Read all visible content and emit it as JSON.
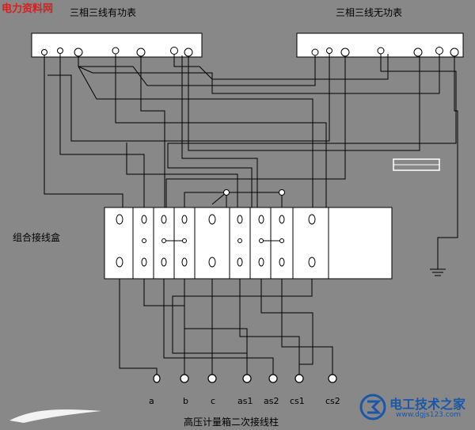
{
  "watermark": {
    "site_name": "电力资料网"
  },
  "meters": {
    "active": {
      "title": "三相三线有功表"
    },
    "reactive": {
      "title": "三相三线无功表"
    }
  },
  "junction_box": {
    "label": "组合接线盒"
  },
  "terminals": {
    "title": "高压计量箱二次接线柱",
    "labels": [
      "a",
      "b",
      "c",
      "as1",
      "as2",
      "cs1",
      "cs2"
    ]
  },
  "brand": {
    "name": "电工技术之家",
    "url": "www.dgjs123.com"
  },
  "colors": {
    "background": "#888888",
    "line": "#000000",
    "box": "#ffffff",
    "watermark": "#d81e1e",
    "brand": "#1a57a8"
  }
}
